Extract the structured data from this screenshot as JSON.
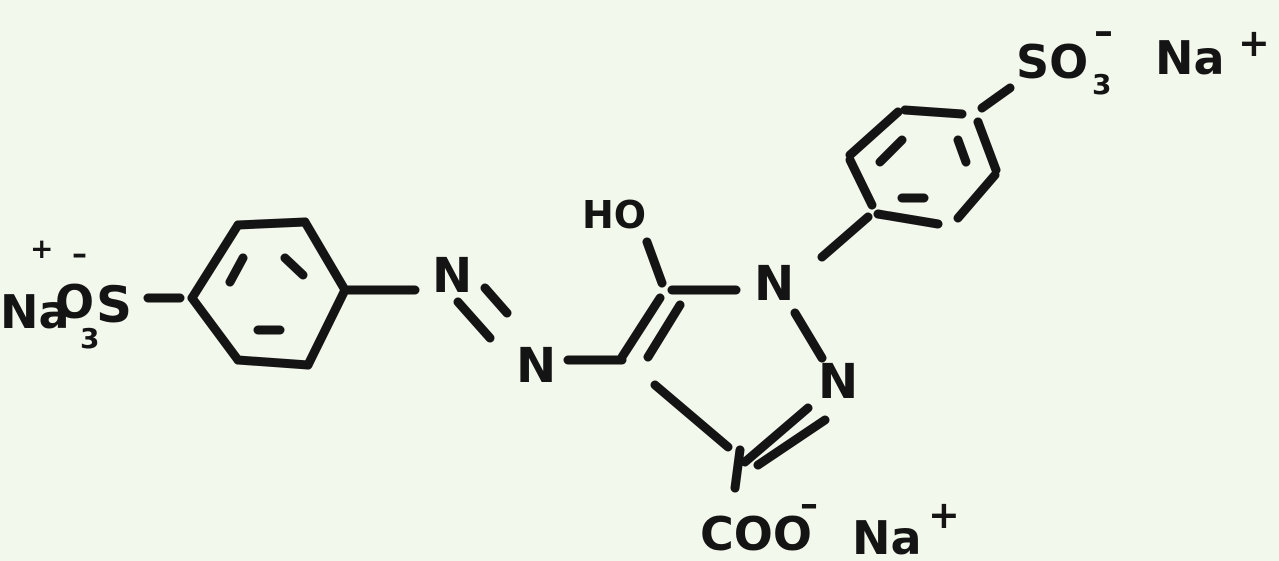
{
  "labels": {
    "ho": "HO",
    "n1": "N",
    "n2": "N",
    "n_azo_top": "N",
    "n_azo_bottom": "N",
    "left_na": "Na",
    "left_so": "O",
    "left_s": "S",
    "left_sub3": "3",
    "left_plus": "+",
    "left_minus": "–",
    "right_so": "SO",
    "right_sub3": "3",
    "right_minus": "–",
    "right_na": "Na",
    "right_plus": "+",
    "coo": "COO",
    "coo_minus": "–",
    "coo_na": "Na",
    "coo_plus": "+"
  },
  "colors": {
    "ink": "#141414",
    "paper": "#f3f8ec"
  }
}
